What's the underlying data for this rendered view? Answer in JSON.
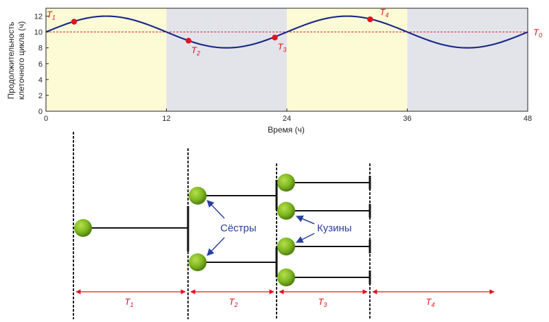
{
  "chart_data": {
    "type": "line",
    "xlabel": "Время (ч)",
    "ylabel_line1": "Продолжительность",
    "ylabel_line2": "клеточного цикла (ч)",
    "xlim": [
      0,
      48
    ],
    "ylim": [
      0,
      13
    ],
    "xticks": [
      0,
      12,
      24,
      36,
      48
    ],
    "yticks": [
      0,
      2,
      4,
      6,
      8,
      10,
      12
    ],
    "bands": [
      {
        "x0": 0,
        "x1": 12,
        "color": "#fdfbd6"
      },
      {
        "x0": 12,
        "x1": 24,
        "color": "#e3e4ea"
      },
      {
        "x0": 24,
        "x1": 36,
        "color": "#fdfbd6"
      },
      {
        "x0": 36,
        "x1": 48,
        "color": "#e3e4ea"
      }
    ],
    "series": [
      {
        "function": "sine",
        "mean": 10,
        "amplitude": 2,
        "period": 24,
        "color": "#1a2a8a"
      }
    ],
    "reference_line": {
      "y": 10,
      "color": "#e0141b",
      "label": "T",
      "sub": "0"
    },
    "points": [
      {
        "x": 2.8,
        "y": 11.3,
        "label": "T",
        "sub": "1"
      },
      {
        "x": 14.2,
        "y": 8.9,
        "label": "T",
        "sub": "2"
      },
      {
        "x": 22.8,
        "y": 9.3,
        "label": "T",
        "sub": "3"
      },
      {
        "x": 32.3,
        "y": 11.6,
        "label": "T",
        "sub": "4"
      }
    ]
  },
  "lineage": {
    "callout_sisters": "Сёстры",
    "callout_cousins": "Кузины",
    "interval_labels": [
      {
        "label": "T",
        "sub": "1"
      },
      {
        "label": "T",
        "sub": "2"
      },
      {
        "label": "T",
        "sub": "3"
      },
      {
        "label": "T",
        "sub": "4"
      }
    ],
    "colors": {
      "cell": "#7fb821",
      "cell_dark": "#4f7f10",
      "arrow": "#2a3f9a",
      "interval": "#e0141b"
    }
  }
}
